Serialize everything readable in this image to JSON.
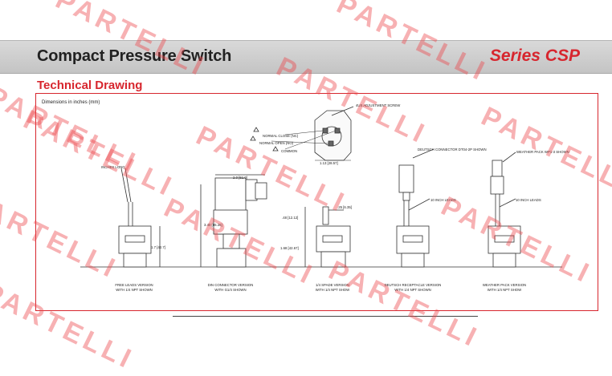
{
  "header": {
    "title": "Compact Pressure Switch",
    "series": "Series CSP"
  },
  "section": {
    "title": "Technical Drawing"
  },
  "drawing": {
    "dimensions_note": "Dimensions in inches (mm)",
    "callouts": {
      "adjustment_screw": "4US ADJUSTMENT SCREW",
      "normal_close": "NORMAL CLOSE (NC)",
      "normal_open": "NORMAL OPEN (NO)",
      "common": "COMMON",
      "top_dim": "1.13 [28.57]",
      "deutsch_connector": "DEUTSCH CONNECTOR DT04-2P SHOWN",
      "weather_pack": "WEATHER PACK WP1-3 SHOWN",
      "lead_length": "INCHES LONG",
      "din_width": "2.0 [51.0]",
      "din_height": "3.40 [86.36]",
      "free_height": "1.7 [42.7]",
      "spade_height_top": ".48 [12.12]",
      "spade_height_body": "1.68 [42.67]",
      "spade_width": ".25 [6.35]",
      "leads_1": "10 INCH LEADS",
      "leads_2": "10 INCH LEADS"
    },
    "captions": [
      {
        "line1": "FREE LEADS VERSION",
        "line2": "WITH 1/4 NPT SHOWN"
      },
      {
        "line1": "DIN CONNECTOR VERSION",
        "line2": "WITH G1/4 SHOWN"
      },
      {
        "line1": "1/4 SPADE VERSION",
        "line2": "WITH 1/4 NPT SHOW"
      },
      {
        "line1": "DEUTSCH RECEPTACLE VERSION",
        "line2": "WITH 1/4 NPT SHOWN"
      },
      {
        "line1": "WEATHER PACK VERSION",
        "line2": "WITH 1/4 NPT SHOW"
      }
    ]
  },
  "watermark": {
    "text": "PARTELLI"
  }
}
